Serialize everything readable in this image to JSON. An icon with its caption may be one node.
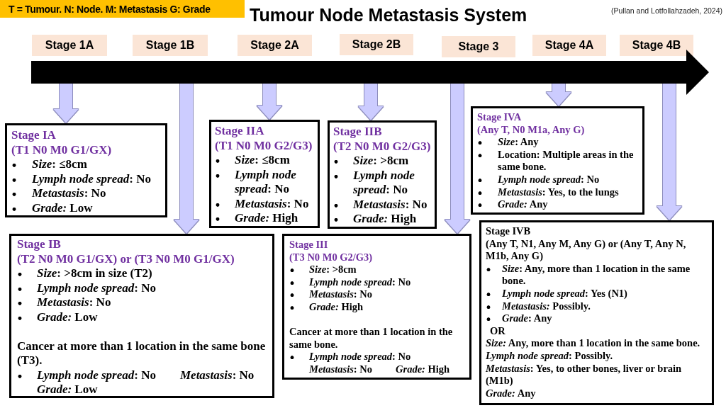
{
  "diagram": {
    "title": "Tumour Node Metastasis System",
    "nodes": [
      {
        "text": [
          "T = Tumour. N: Node. M: Metastasis G: Grade"
        ]
      },
      {
        "text": [
          "Stage 1A"
        ]
      },
      {
        "text": [
          "Stage 1B"
        ]
      },
      {
        "text": [
          "Stage 2A"
        ]
      },
      {
        "text": [
          "Stage 2B"
        ]
      },
      {
        "text": [
          "Stage 3"
        ]
      },
      {
        "text": [
          "Stage 4A"
        ]
      },
      {
        "text": [
          "Stage 4B"
        ]
      },
      {
        "text": [],
        "shape": "arrow"
      },
      {
        "text": [
          "Stage IA",
          "(T1 N0 M0 G1/GX)",
          "*Size*: ≤8cm",
          "*Lymph node spread*: No",
          "*Metastasis*: No",
          "*Grade:* Low"
        ]
      },
      {
        "text": [
          "Stage IB",
          "(T2 N0 M0 G1/GX) or (T3 N0 M0 G1/GX)",
          "*Size*: >8cm in size (T2)",
          "*Lymph node spread*: No",
          "*Metastasis*: No",
          "*Grade:* Low",
          "Cancer at more than 1 location in the same bone (T3).",
          "*Lymph node spread*: No",
          "*Metastasis*: No",
          "*Grade:* Low"
        ]
      },
      {
        "text": [
          "Stage IIA",
          "(T1 N0 M0 G2/G3)",
          "*Size*: ≤8cm",
          "*Lymph node spread*: No",
          "*Metastasis*: No",
          "*Grade:* High"
        ]
      },
      {
        "text": [
          "Stage IIB",
          "(T2 N0 M0 G2/G3)",
          "*Size*: >8cm",
          "*Lymph node spread*: No",
          "*Metastasis*: No",
          "*Grade:* High"
        ]
      },
      {
        "text": [
          "Stage III",
          "(T3 N0 M0 G2/G3)",
          "*Size*: >8cm",
          "*Lymph node spread*: No",
          "*Metastasis*: No",
          "*Grade:* High",
          "Cancer at more than 1 location in the same bone.",
          "*Lymph node spread*: No",
          "*Metastasis*: No",
          "*Grade:* High"
        ]
      },
      {
        "text": [
          "Stage IVA",
          "(Any T, N0 M1a, Any G)",
          "*Size*: Any",
          "Location: Multiple areas in the same bone.",
          "*Lymph node spread*: No",
          "*Metastasis*: Yes, to the lungs",
          "*Grade:* Any"
        ]
      },
      {
        "text": [
          "Stage IVB",
          "(Any T, N1, Any M, Any G) or (Any T, Any N, M1b, Any G)",
          "*Size*: Any, more than 1 location in the same bone.",
          "*Lymph node spread*: Yes (N1)",
          "*Metastasis:* Possibly.",
          "*Grade*: Any",
          "OR",
          "*Size:* Any, more than 1 location in the same bone.",
          "*Lymph node spread*: Possibly.",
          "*Metastasis*: Yes, to other bones, liver or brain (M1b)",
          "*Grade:* Any"
        ]
      }
    ],
    "edges": [
      {
        "from": 8,
        "to": 9,
        "arrow": "to"
      },
      {
        "from": 8,
        "to": 10,
        "arrow": "to"
      },
      {
        "from": 8,
        "to": 11,
        "arrow": "to"
      },
      {
        "from": 8,
        "to": 12,
        "arrow": "to"
      },
      {
        "from": 8,
        "to": 13,
        "arrow": "to"
      },
      {
        "from": 8,
        "to": 14,
        "arrow": "to"
      },
      {
        "from": 8,
        "to": 15,
        "arrow": "to"
      }
    ],
    "labels": [
      "(Pullan and Lotfollahzadeh, 2024)"
    ]
  }
}
